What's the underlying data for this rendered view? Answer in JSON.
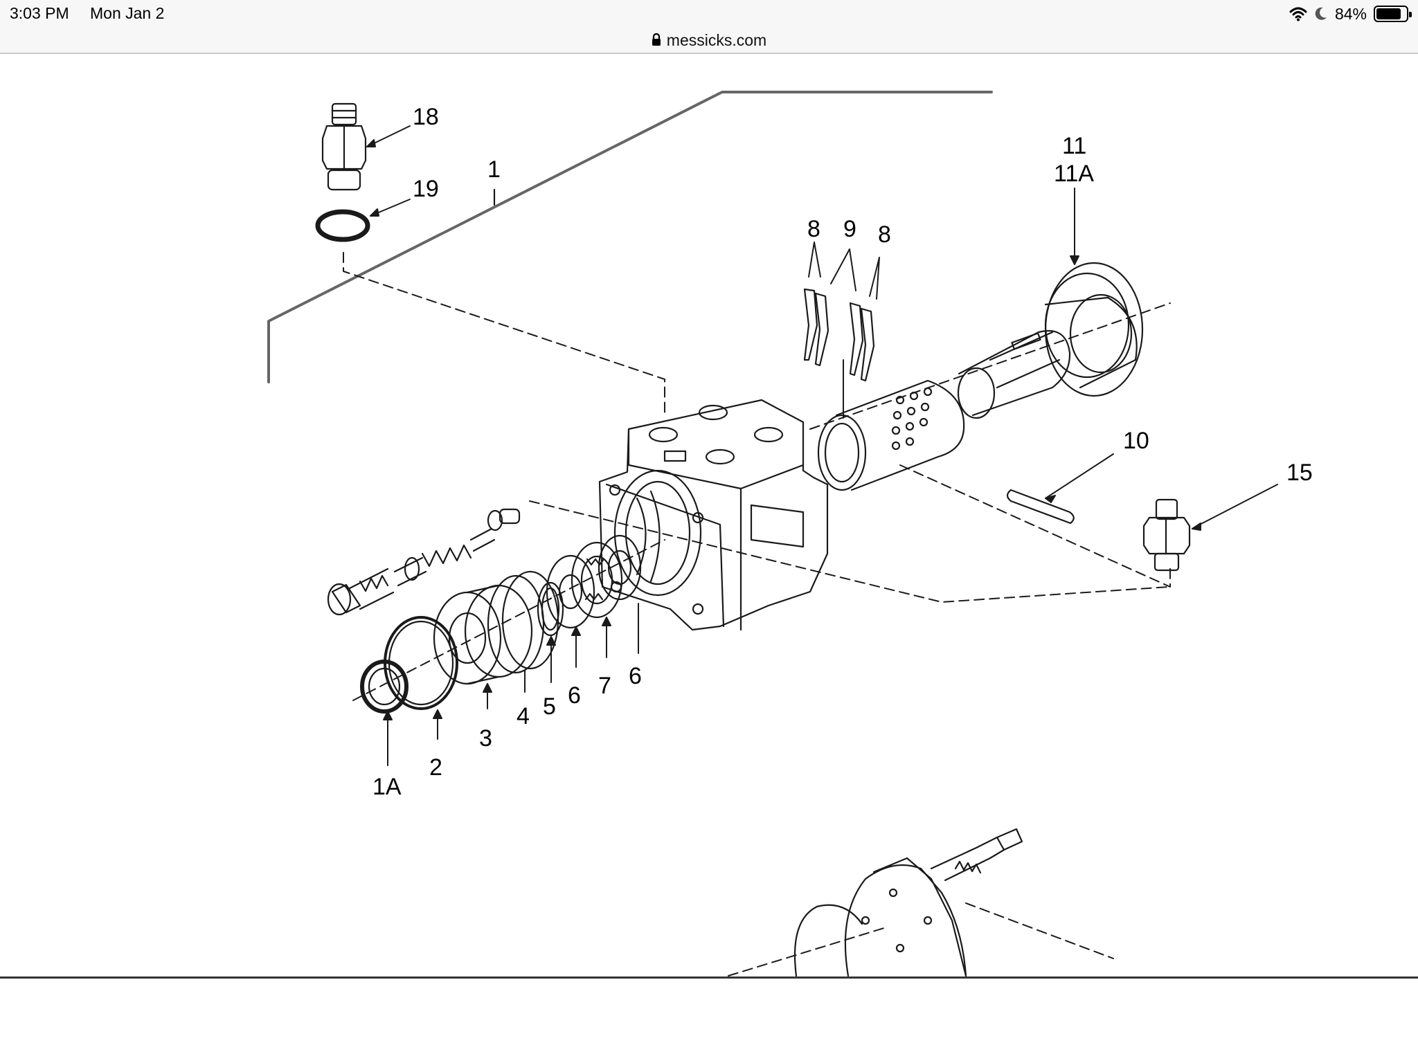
{
  "status_bar": {
    "time": "3:03 PM",
    "date": "Mon Jan 2",
    "battery_percent": "84%",
    "battery_level": 0.84,
    "icons": [
      "wifi-icon",
      "moon-icon",
      "battery-icon"
    ]
  },
  "browser": {
    "url": "messicks.com",
    "secure": true
  },
  "diagram": {
    "callouts": {
      "c18": "18",
      "c19": "19",
      "c1": "1",
      "c11": "11",
      "c11a": "11A",
      "c8a": "8",
      "c9": "9",
      "c8b": "8",
      "c10": "10",
      "c15": "15",
      "c1a": "1A",
      "c2": "2",
      "c3": "3",
      "c4": "4",
      "c5": "5",
      "c6a": "6",
      "c7": "7",
      "c6b": "6"
    }
  }
}
